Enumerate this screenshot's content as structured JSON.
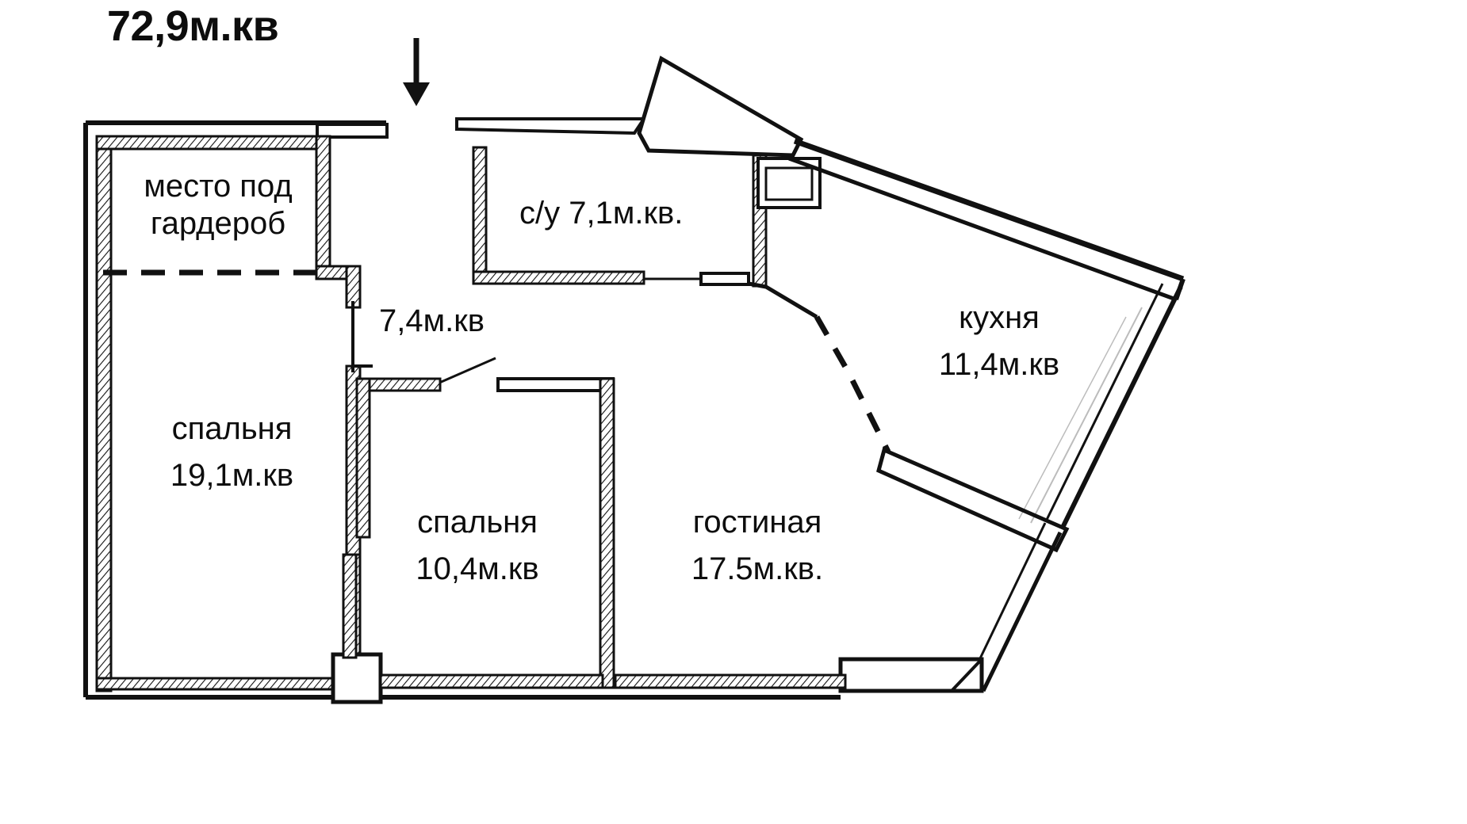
{
  "plan": {
    "title": "72,9м.кв",
    "units": "м.кв",
    "entrance_marker": "down-arrow",
    "stroke_color": "#101010",
    "background": "#ffffff",
    "rooms": [
      {
        "id": "wardrobe",
        "name": "место под",
        "name2": "гардероб",
        "area": ""
      },
      {
        "id": "bedroom1",
        "name": "спальня",
        "area": "19,1м.кв"
      },
      {
        "id": "hall",
        "name": "",
        "area": "7,4м.кв"
      },
      {
        "id": "bedroom2",
        "name": "спальня",
        "area": "10,4м.кв"
      },
      {
        "id": "bathroom",
        "name": "с/у",
        "area": "7,1м.кв."
      },
      {
        "id": "living",
        "name": "гостиная",
        "area": "17.5м.кв."
      },
      {
        "id": "kitchen",
        "name": "кухня",
        "area": "11,4м.кв"
      }
    ],
    "labels": {
      "wardrobe_line1": "место под",
      "wardrobe_line2": "гардероб",
      "bedroom1_name": "спальня",
      "bedroom1_area": "19,1м.кв",
      "hall_area": "7,4м.кв",
      "bedroom2_name": "спальня",
      "bedroom2_area": "10,4м.кв",
      "bathroom_text": "с/у  7,1м.кв.",
      "living_name": "гостиная",
      "living_area": "17.5м.кв.",
      "kitchen_name": "кухня",
      "kitchen_area": "11,4м.кв"
    }
  }
}
